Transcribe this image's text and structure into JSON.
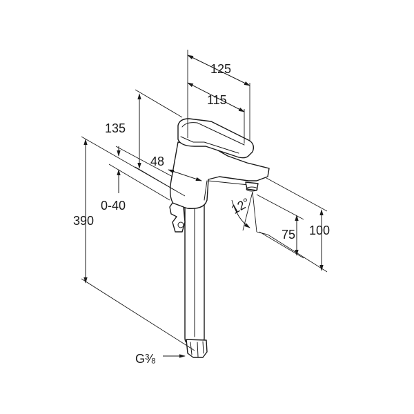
{
  "dimensions": {
    "d125": "125",
    "d115": "115",
    "d135": "135",
    "d48": "48",
    "d0_40": "0-40",
    "d390": "390",
    "d12": "12°",
    "d75": "75",
    "d100": "100"
  },
  "connection": {
    "thread": "G⅜"
  },
  "colors": {
    "line": "#1a1a1a",
    "background": "#ffffff"
  }
}
